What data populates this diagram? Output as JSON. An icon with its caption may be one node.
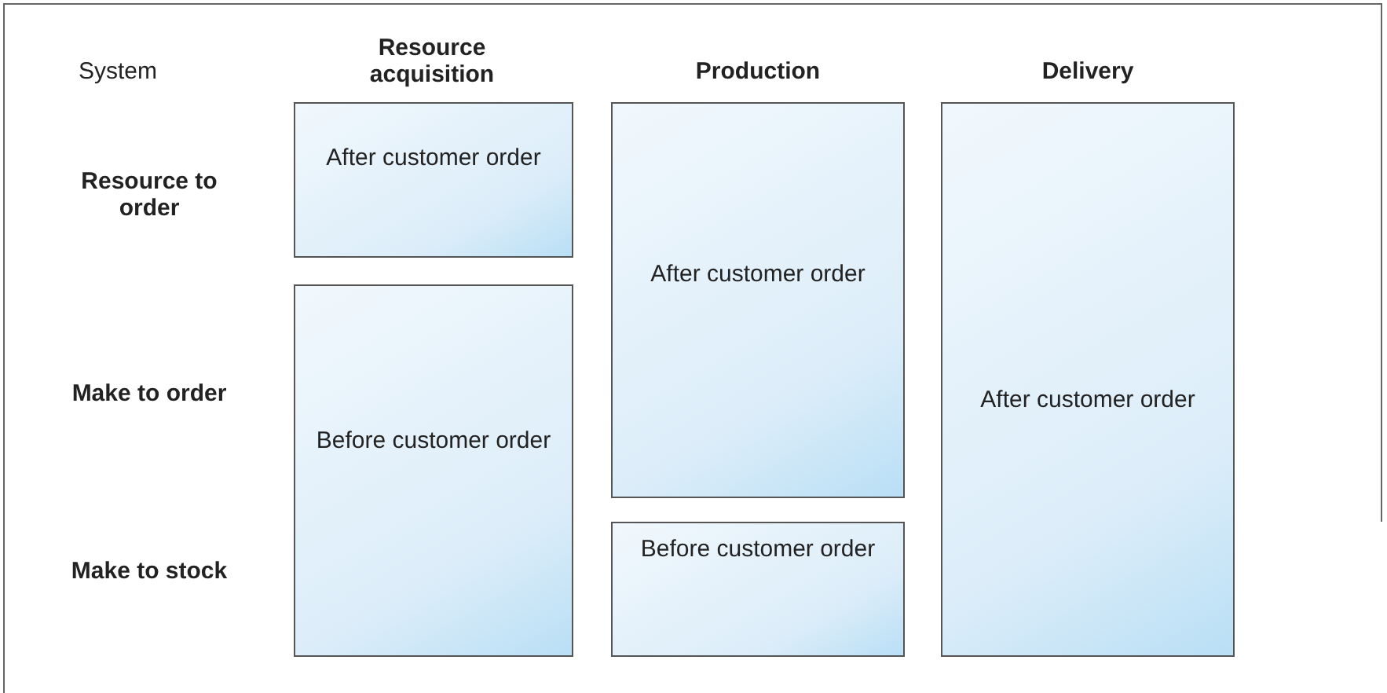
{
  "diagram": {
    "nodes": [
      {
        "text": [
          "After customer order"
        ]
      },
      {
        "text": [
          "Before customer order"
        ]
      },
      {
        "text": [
          "After customer order"
        ]
      },
      {
        "text": [
          "Before customer order"
        ]
      },
      {
        "text": [
          "After customer order"
        ]
      }
    ],
    "labels": [
      "System",
      "Resource acquisition",
      "Production",
      "Delivery",
      "Resource to order",
      "Make to order",
      "Make to stock"
    ]
  }
}
